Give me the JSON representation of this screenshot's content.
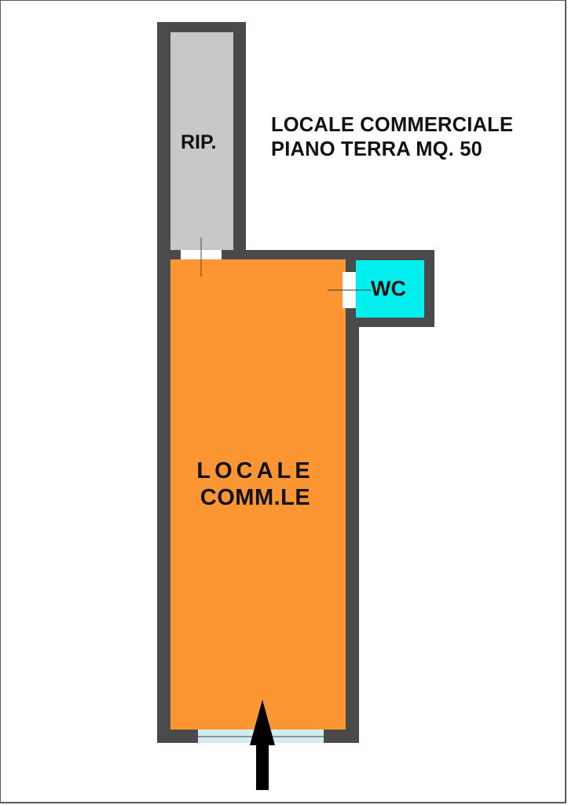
{
  "title": {
    "line1": "LOCALE COMMERCIALE",
    "line2": "PIANO TERRA MQ. 50"
  },
  "rooms": [
    {
      "id": "storage",
      "label": "RIP.",
      "color": "#c8c8c8"
    },
    {
      "id": "wc",
      "label": "WC",
      "color": "#00f0f0"
    },
    {
      "id": "main",
      "label_line1": "LOCALE",
      "label_line2": "COMM.LE",
      "color": "#fb9633"
    }
  ],
  "colors": {
    "wall": "#4a4a4a",
    "door_opening": "#ffffff",
    "window": "#d3ecf0",
    "arrow": "#000000",
    "background": "#ffffff"
  },
  "entrance_arrow": {
    "direction": "up",
    "icon": "arrow-up-icon"
  }
}
